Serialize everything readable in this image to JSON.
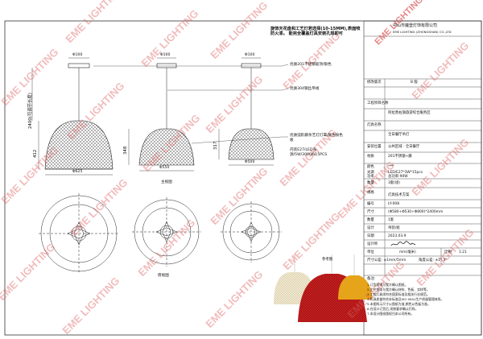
{
  "header": {
    "note": "旋饰天花盘和工艺灯若选择(10-15MM),表面喷防火漆。 能完全覆盖灯具安装孔规即可",
    "company": "中山市魔登灯饰有限公司",
    "company_en": "EME LIGHTING (ZHONGSHAN) CO.,LTD"
  },
  "dimensions": {
    "d100_a": "Φ100",
    "d100_b": "Φ100",
    "d100_c": "Φ100",
    "w625": "Φ625",
    "w550": "Φ550",
    "w500": "Φ500",
    "h412": "412",
    "h348": "348",
    "h317": "317",
    "hang": "2400(可调节长度)"
  },
  "annotations": {
    "a1": "优质201不锈钢吸顶/银色",
    "a2": "优质304钢丝吊线",
    "a3": "优质弧形藤条艺灯灯罩/颜色按色板",
    "a4": "内装E27/LED光源/5W/3000K/15PCS"
  },
  "views": {
    "front": "主视图",
    "bottom": "俯视图"
  },
  "title_block": {
    "revision_label": "修改版次",
    "revision_value": "B 版",
    "project_label": "工程项目名称",
    "project_value": "阿拉善右旗旅游综合服务区",
    "name_label": "灯具名称",
    "name_value": "全日餐厅吊灯",
    "place_label": "安装位置",
    "place_value": "公共区域 · 全日餐厅",
    "material_label": "材质",
    "material_value": "201不锈钢+藤",
    "color_label": "颜色",
    "color_value": "***",
    "source_label": "光源",
    "source_value": "LED/E27*3W*15pcs",
    "power_label": "功率",
    "power_value": "总功率:90W",
    "qty_label": "数量",
    "qty_value": "3套(组)",
    "spec_label": "规格",
    "spec_value": "灯具技术方案",
    "model_label": "编号",
    "model_value": "LY-008",
    "size_label": "尺寸",
    "size_value": "(Φ580+Φ530+Φ800)*2400mm",
    "count_label": "数量",
    "count_value": "1套",
    "design_label": "设计",
    "design_value": "吊装/组",
    "date_label": "日期",
    "date_value": "2023.03.9",
    "sign_label": "设计师",
    "scale_label": "比例",
    "scale_value": "1:21",
    "unit_label": "单位",
    "unit_value": "mm(毫米)",
    "ref_label": "参考图",
    "tolerance": "尺寸公差: ±1mm/5mm",
    "tolerance2": "角度公差: ±1° 3°"
  },
  "notes": {
    "title": "备注:",
    "lines": [
      "1.订货前须与我方确认图纸。",
      "2.生产前须与我方确认材料、色板、实样等。",
      "3.工程灯具须符合国家标准及相关行业规范。",
      "4.灯具质量符合本标准及ISO 9001生产质量管理体系。",
      "5.本图所示尺寸以图纸为准,颜色以色板为准。",
      "6.在设计订货后,须按要求确认打样。",
      "7.本设计图纸版权归本公司所有。"
    ]
  },
  "watermark": {
    "text": "EME LIGHTING"
  },
  "colors": {
    "watermark": "#de6060",
    "lampshade_cream": "#f2ead2",
    "lampshade_red": "#cc1f1f",
    "lampshade_amber": "#e6a41a"
  }
}
